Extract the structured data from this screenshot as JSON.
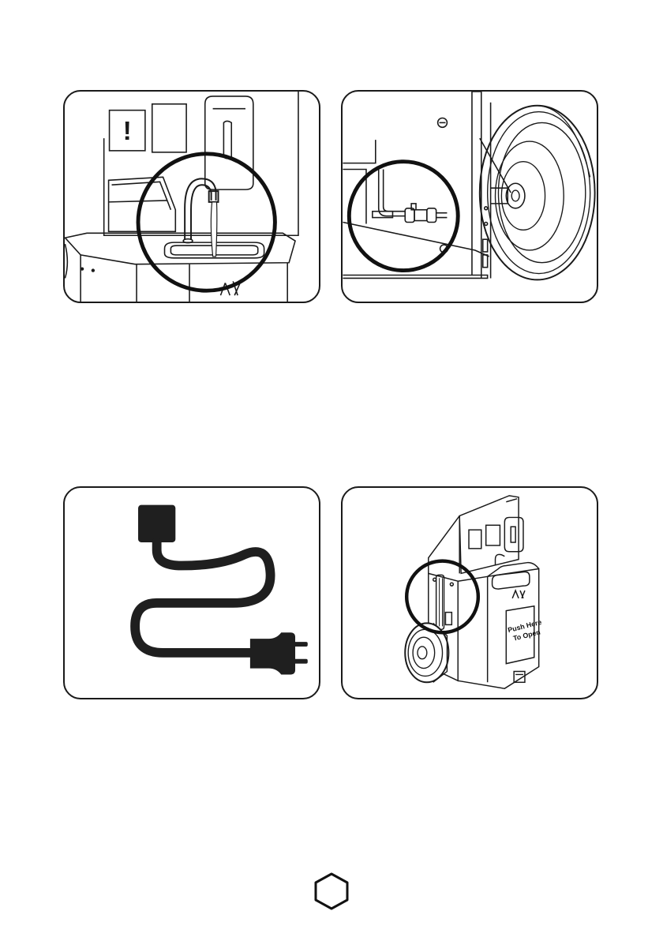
{
  "panels": [
    {
      "id": "faucet-detail"
    },
    {
      "id": "drain-valve-detail"
    },
    {
      "id": "power-cord"
    },
    {
      "id": "handle-detail"
    }
  ],
  "unit_label": {
    "line1": "Push Here",
    "line2": "To Open"
  },
  "warning_symbol": "!",
  "page_marker": {
    "shape": "hexagon",
    "label": ""
  },
  "colors": {
    "line": "#1a1a1a",
    "fill_dark": "#1f1f1f",
    "background": "#ffffff"
  }
}
